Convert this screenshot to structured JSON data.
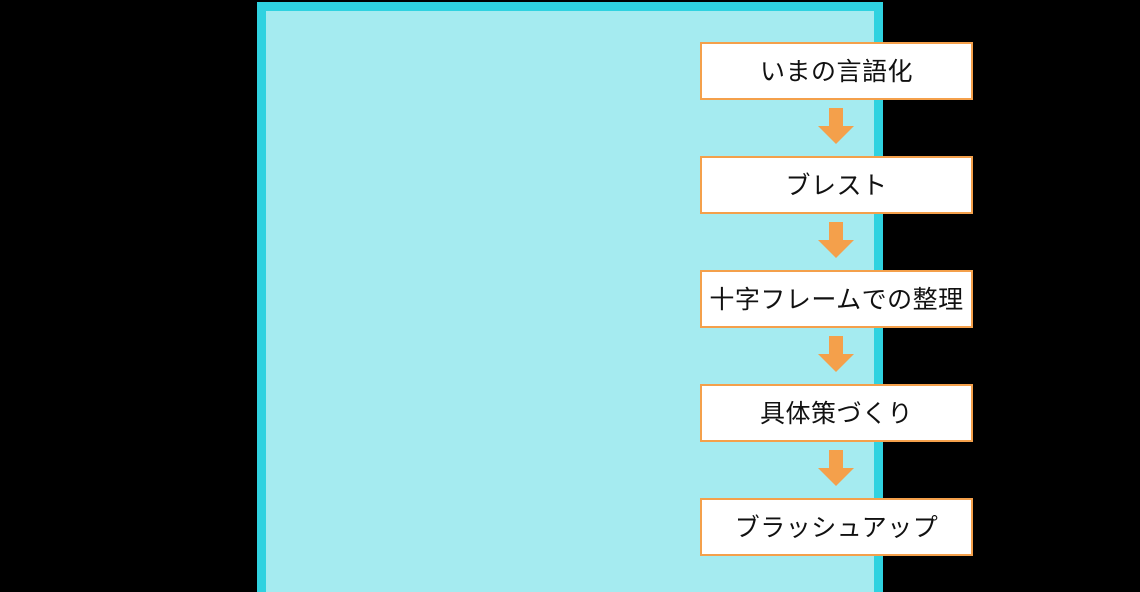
{
  "diagram": {
    "type": "vertical-flowchart",
    "orientation": "top-to-bottom",
    "colors": {
      "page_background": "#000000",
      "panel_border": "#2FD2E0",
      "panel_fill": "#A5EBF0",
      "box_fill": "#FFFFFF",
      "box_border": "#F4A04B",
      "arrow": "#F4A04B",
      "text": "#111111"
    },
    "steps": [
      {
        "label": "いまの言語化"
      },
      {
        "label": "ブレスト"
      },
      {
        "label": "十字フレームでの整理"
      },
      {
        "label": "具体策づくり"
      },
      {
        "label": "ブラッシュアップ"
      }
    ],
    "connectors": [
      {
        "icon": "arrow-down-icon"
      },
      {
        "icon": "arrow-down-icon"
      },
      {
        "icon": "arrow-down-icon"
      },
      {
        "icon": "arrow-down-icon"
      }
    ]
  }
}
